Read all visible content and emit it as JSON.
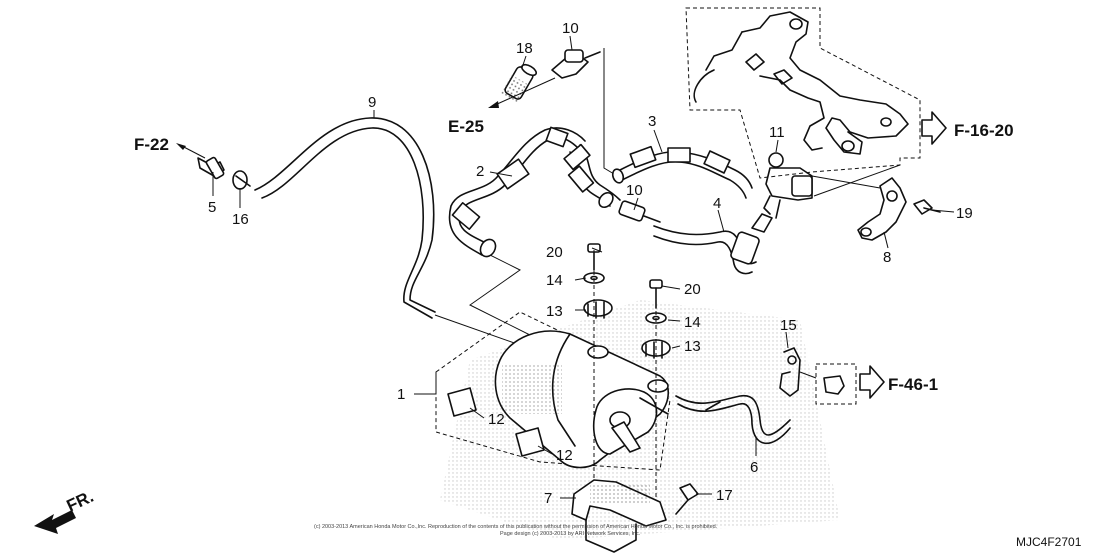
{
  "diagram": {
    "callouts": [
      "1",
      "2",
      "3",
      "4",
      "5",
      "6",
      "7",
      "8",
      "9",
      "10",
      "10",
      "11",
      "12",
      "12",
      "13",
      "13",
      "14",
      "14",
      "15",
      "16",
      "17",
      "18",
      "19",
      "20",
      "20"
    ],
    "references": {
      "f22": "F-22",
      "e25": "E-25",
      "f1620": "F-16-20",
      "f461": "F-46-1"
    },
    "front_indicator": "FR.",
    "part_code": "MJC4F2701",
    "copyright_line1": "(c) 2003-2013 American Honda Motor Co.,Inc. Reproduction of the contents of this publication without the permission of American Honda Motor Co., Inc. is prohibited.",
    "copyright_line2": "Page design (c) 2003-2013 by ARI Network Services, Inc."
  }
}
